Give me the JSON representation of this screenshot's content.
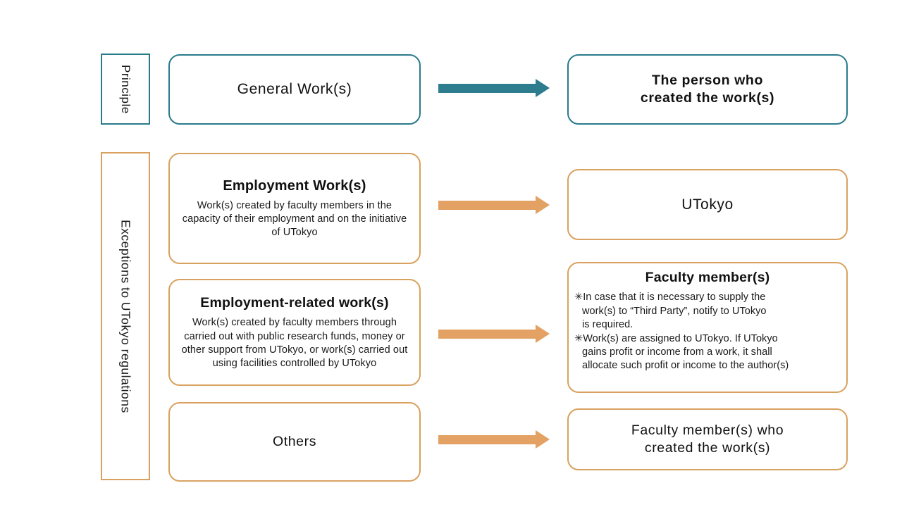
{
  "colors": {
    "teal": "#2a7a8c",
    "orange": "#d9a15f",
    "arrow_teal": "#2d7d8e",
    "arrow_orange": "#e3a163",
    "text": "#111111",
    "background": "#ffffff"
  },
  "categories": {
    "principle": "Principle",
    "exceptions": "Exceptions to UTokyo regulations"
  },
  "rows": [
    {
      "id": "general-works",
      "accent": "teal",
      "source": {
        "title": "General Work(s)",
        "description": ""
      },
      "arrow": "arrow-right",
      "target": {
        "title": "",
        "lines": [
          "The person who",
          "created the work(s)"
        ]
      }
    },
    {
      "id": "employment-works",
      "accent": "orange",
      "source": {
        "title": "Employment Work(s)",
        "description": "Work(s) created by faculty members in the capacity of their employment and on the initiative of UTokyo"
      },
      "arrow": "arrow-right",
      "target": {
        "title": "UTokyo",
        "lines": []
      }
    },
    {
      "id": "employment-related-works",
      "accent": "orange",
      "source": {
        "title": "Employment-related work(s)",
        "description": "Work(s) created by faculty members through carried out with public research funds, money or other support from UTokyo, or work(s) carried out using facilities controlled by UTokyo"
      },
      "arrow": "arrow-right",
      "target": {
        "title": "Faculty member(s)",
        "notes": [
          {
            "marker": "✳",
            "lines": [
              "In case that it is necessary to supply the",
              "work(s) to “Third Party”, notify to UTokyo",
              "is required."
            ]
          },
          {
            "marker": "✳",
            "lines": [
              "Work(s) are assigned to UTokyo. If UTokyo",
              "gains profit or income from a work, it shall",
              "allocate such profit or income to the author(s)"
            ]
          }
        ]
      }
    },
    {
      "id": "others",
      "accent": "orange",
      "source": {
        "title": "Others",
        "description": ""
      },
      "arrow": "arrow-right",
      "target": {
        "title": "",
        "lines": [
          "Faculty member(s) who",
          "created the work(s)"
        ]
      }
    }
  ]
}
